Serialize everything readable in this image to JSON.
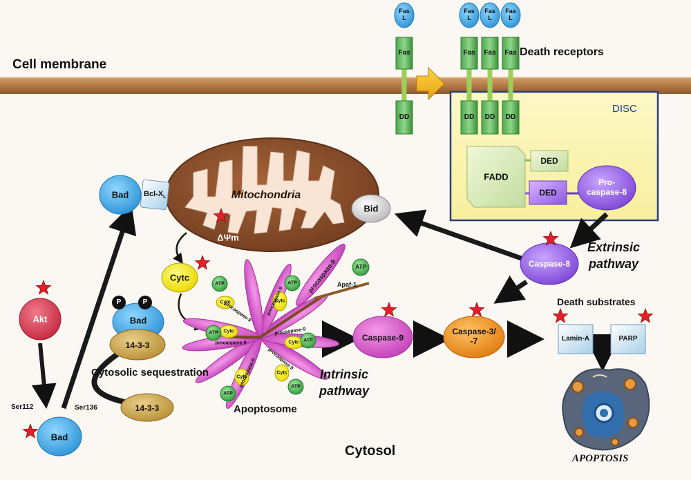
{
  "membrane": {
    "label": "Cell membrane"
  },
  "cytosol": {
    "label": "Cytosol"
  },
  "death_receptors": {
    "label": "Death receptors",
    "fasl": "Fas\nL",
    "fas": "Fas",
    "dd": "DD"
  },
  "disc": {
    "label": "DISC",
    "fadd": "FADD",
    "ded": "DED",
    "procaspase8": "Pro-\ncaspase-8"
  },
  "mito": {
    "label": "Mitochondria",
    "dpsi": "ΔΨm",
    "bad": "Bad",
    "bclxl": "Bcl-X",
    "bclxl_sub": "L",
    "bid": "Bid"
  },
  "cytc": {
    "label": "Cytc"
  },
  "akt": {
    "label": "Akt",
    "bad": "Bad",
    "ser112": "Ser112",
    "ser136": "Ser136"
  },
  "sequestration": {
    "label": "Cytosolic sequestration",
    "bad": "Bad",
    "p": "P",
    "protein1433": "14-3-3"
  },
  "apoptosome": {
    "label": "Apoptosome",
    "atp": "ATP",
    "cytc": "Cytc",
    "procaspase9": "procaspase-9",
    "apaf1": "Apaf-1"
  },
  "intrinsic": {
    "label": "Intrinsic\npathway"
  },
  "extrinsic": {
    "label": "Extrinsic\npathway"
  },
  "caspase8": {
    "label": "Caspase-8"
  },
  "caspase9": {
    "label": "Caspase-9"
  },
  "caspase37": {
    "label": "Caspase-3/\n-7"
  },
  "death_substrates": {
    "label": "Death substrates",
    "lamin": "Lamin-A",
    "parp": "PARP"
  },
  "apoptosis": {
    "label": "APOPTOSIS"
  },
  "colors": {
    "membrane": "#b8824c",
    "disc_fill": "#fbf5b0",
    "mito": "#8b4f2b",
    "caspase8": "#9b67e3",
    "caspase9": "#d85ed0",
    "caspase37": "#f0961c",
    "star": "#e3202a",
    "akt": "#d8455c",
    "bad": "#4bb0e8"
  }
}
